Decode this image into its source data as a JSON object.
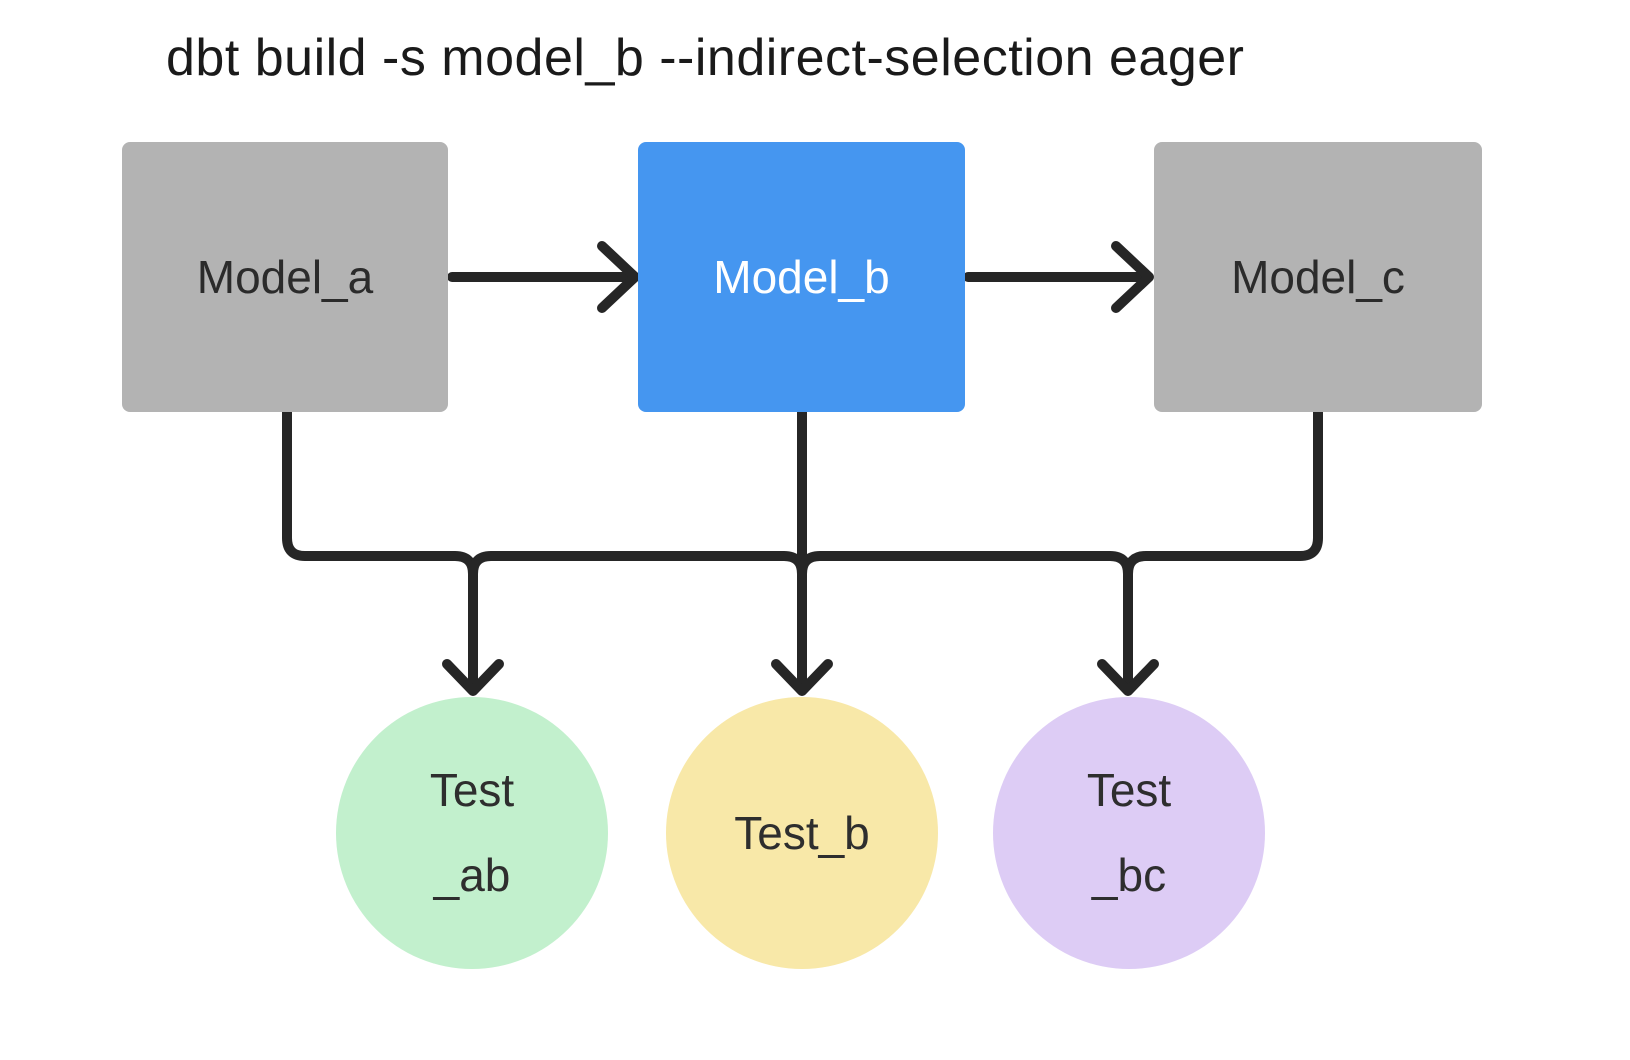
{
  "title": "dbt build -s model_b --indirect-selection eager",
  "colors": {
    "background": "#ffffff",
    "line": "#262626",
    "title_text": "#1a1a1a",
    "model_fill": "#b3b3b3",
    "model_text": "#2b2b2b",
    "selected_fill": "#4596f0",
    "selected_text": "#ffffff",
    "test_ab_fill": "#c2f0cd",
    "test_b_fill": "#f8e8a8",
    "test_bc_fill": "#ddccf5",
    "test_text": "#2e2e2e"
  },
  "nodes": {
    "model_a": {
      "label": "Model_a",
      "type": "model",
      "selected": false
    },
    "model_b": {
      "label": "Model_b",
      "type": "model",
      "selected": true
    },
    "model_c": {
      "label": "Model_c",
      "type": "model",
      "selected": false
    },
    "test_ab": {
      "label_line1": "Test",
      "label_line2": "_ab",
      "type": "test"
    },
    "test_b": {
      "label_line1": "Test_b",
      "type": "test"
    },
    "test_bc": {
      "label_line1": "Test",
      "label_line2": "_bc",
      "type": "test"
    }
  },
  "edges": [
    {
      "from": "model_a",
      "to": "model_b"
    },
    {
      "from": "model_b",
      "to": "model_c"
    },
    {
      "from": "model_a",
      "to": "test_ab"
    },
    {
      "from": "model_b",
      "to": "test_ab"
    },
    {
      "from": "model_b",
      "to": "test_b"
    },
    {
      "from": "model_b",
      "to": "test_bc"
    },
    {
      "from": "model_c",
      "to": "test_bc"
    }
  ]
}
